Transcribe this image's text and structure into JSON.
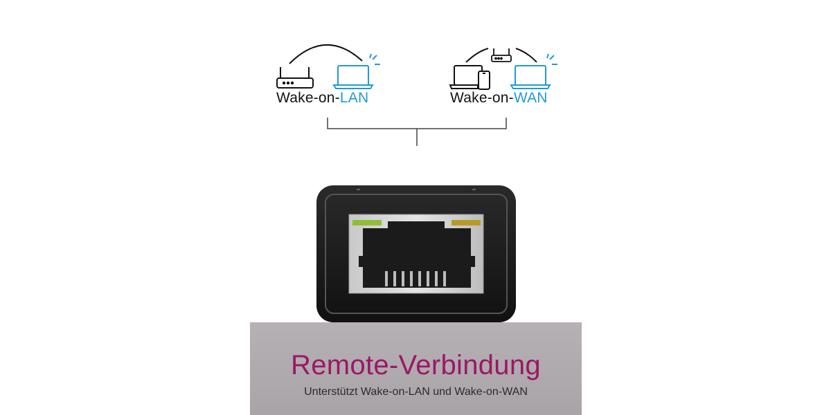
{
  "features": {
    "lan": {
      "prefix": "Wake-on-",
      "highlight": "LAN",
      "icons": [
        "router-icon",
        "laptop-icon"
      ]
    },
    "wan": {
      "prefix": "Wake-on-",
      "highlight": "WAN",
      "icons": [
        "router-icon",
        "laptop-icon",
        "smartphone-icon",
        "laptop-icon"
      ]
    }
  },
  "banner": {
    "headline": "Remote-Verbindung",
    "subline": "Unterstützt Wake-on-LAN und Wake-on-WAN"
  },
  "colors": {
    "accent_blue": "#1e9ad6",
    "headline_magenta": "#9c1766",
    "pedestal_gray": "#b0abae",
    "device_black": "#1a1a1a",
    "led_green": "#8fbf3a",
    "led_amber": "#b89a2a"
  }
}
